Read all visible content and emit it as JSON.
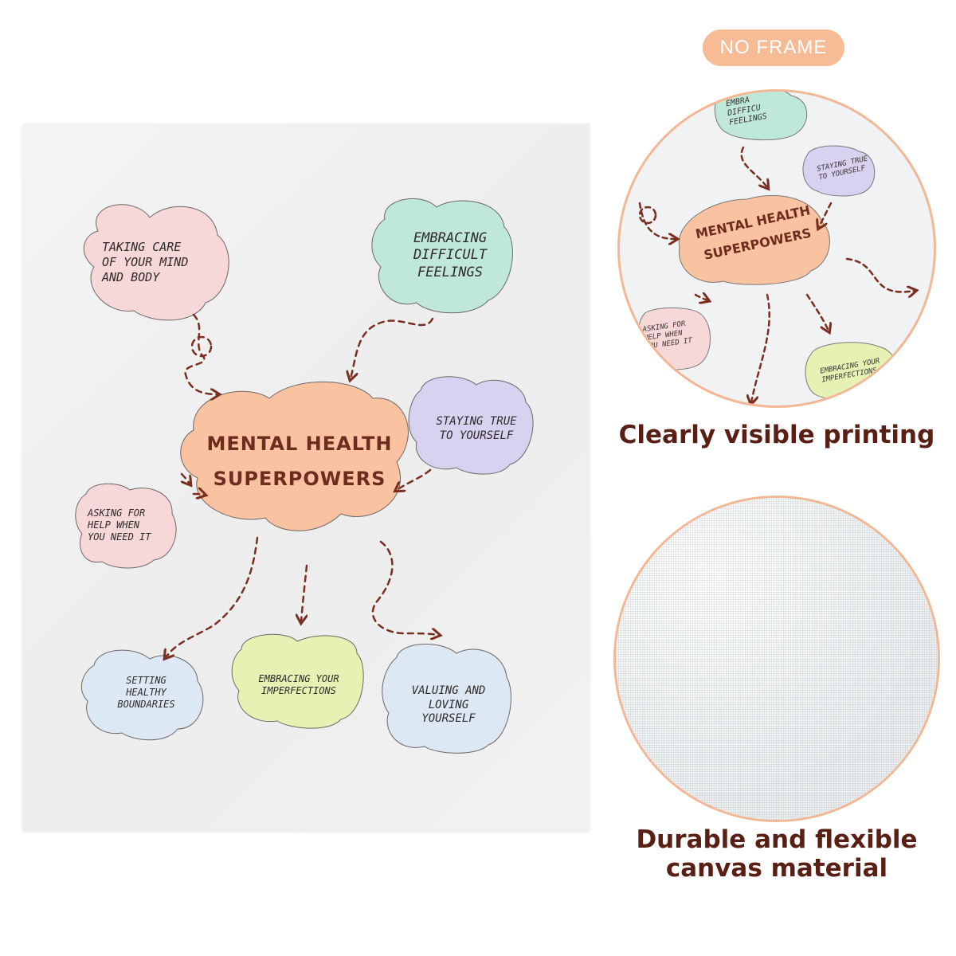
{
  "badge": {
    "label": "NO FRAME"
  },
  "poster": {
    "center": "MENTAL HEALTH\nSUPERPOWERS",
    "clouds": {
      "taking_care": "TAKING CARE\nOF YOUR MIND\nAND BODY",
      "embracing_feelings": "EMBRACING\nDIFFICULT\nFEELINGS",
      "staying_true": "STAYING TRUE\nTO YOURSELF",
      "asking_help": "ASKING FOR\nHELP WHEN\nYOU NEED IT",
      "boundaries": "SETTING\nHEALTHY\nBOUNDARIES",
      "imperfections": "EMBRACING YOUR\nIMPERFECTIONS",
      "valuing": "VALUING AND\nLOVING\nYOURSELF"
    }
  },
  "zoom": {
    "center": "MENTAL HEALTH\nSUPERPOWERS",
    "top": "EMBRA\nDIFFICU\nFEELINGS",
    "staying": "STAYING TRUE\nTO YOURSELF",
    "asking": "ASKING FOR\nHELP WHEN\nYOU NEED IT",
    "imperfections": "EMBRACING YOUR\nIMPERFECTIONS"
  },
  "captions": {
    "printing": "Clearly visible printing",
    "material": "Durable and flexible\ncanvas material"
  },
  "colors": {
    "accent": "#f7bb95",
    "caption": "#5a1f14",
    "arrow": "#7a2e1f"
  }
}
